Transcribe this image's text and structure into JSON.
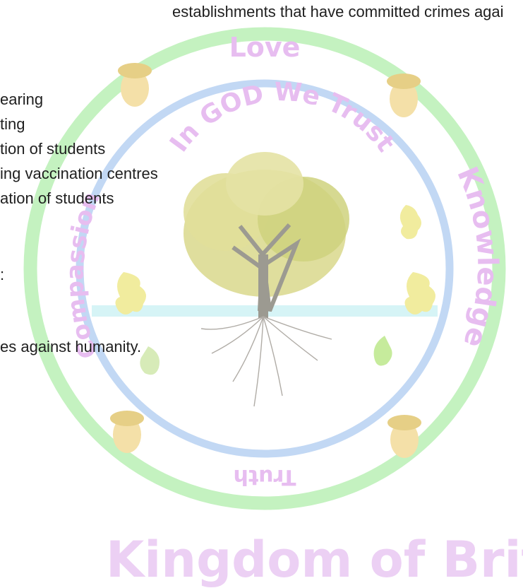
{
  "document": {
    "lines": [
      "establishments that have committed crimes agai",
      "earing",
      "ting",
      "tion of students",
      "ing vaccination centres",
      "ation of students",
      ":",
      "es against humanity."
    ]
  },
  "seal": {
    "top_word": "Love",
    "right_word": "Knowledge",
    "bottom_word": "Truth",
    "left_word": "Compassion",
    "inner_arc": "In GOD We Trust",
    "footer": "Kingdom of Britain"
  },
  "colors": {
    "outer_ring": "#c4f2c0",
    "inner_ring": "#c2d8f4",
    "motto_text": "#e7bdf0",
    "tree_foliage": "#d8d78a",
    "tree_trunk": "#9c9a91",
    "horizon_band": "#d6f4f6",
    "text": "#1f1f1f"
  },
  "icons": [
    "acorn-icon",
    "oak-leaf-icon",
    "tree-of-life-icon"
  ]
}
